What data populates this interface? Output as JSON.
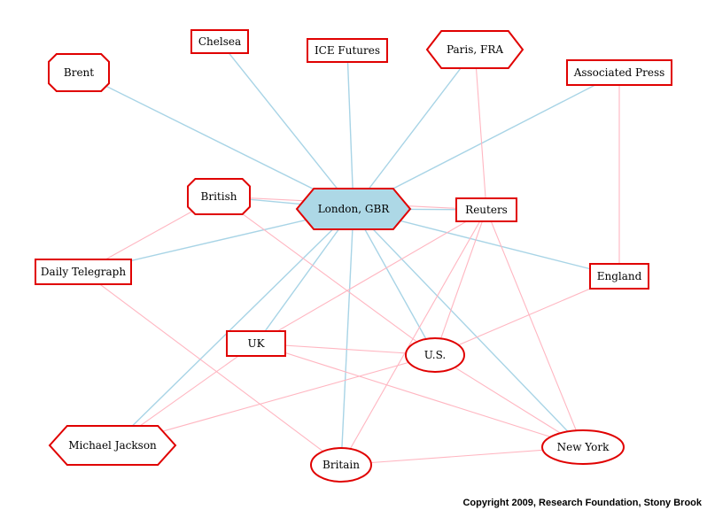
{
  "colors": {
    "node_stroke": "#e00000",
    "node_fill": "#ffffff",
    "hub_fill": "#add8e6",
    "edge_blue": "#a8d4e6",
    "edge_pink": "#ffb6c1"
  },
  "nodes": [
    {
      "id": "brent",
      "label": "Brent",
      "shape": "octagon"
    },
    {
      "id": "chelsea",
      "label": "Chelsea",
      "shape": "box"
    },
    {
      "id": "ice",
      "label": "ICE Futures",
      "shape": "box"
    },
    {
      "id": "paris",
      "label": "Paris, FRA",
      "shape": "hexagon"
    },
    {
      "id": "ap",
      "label": "Associated Press",
      "shape": "box"
    },
    {
      "id": "british",
      "label": "British",
      "shape": "octagon"
    },
    {
      "id": "london",
      "label": "London, GBR",
      "shape": "hexagon",
      "hub": true
    },
    {
      "id": "reuters",
      "label": "Reuters",
      "shape": "box"
    },
    {
      "id": "telegraph",
      "label": "Daily Telegraph",
      "shape": "box"
    },
    {
      "id": "england",
      "label": "England",
      "shape": "box"
    },
    {
      "id": "uk",
      "label": "UK",
      "shape": "box"
    },
    {
      "id": "us",
      "label": "U.S.",
      "shape": "ellipse"
    },
    {
      "id": "mj",
      "label": "Michael Jackson",
      "shape": "hexagon"
    },
    {
      "id": "newyork",
      "label": "New York",
      "shape": "ellipse"
    },
    {
      "id": "britain",
      "label": "Britain",
      "shape": "ellipse"
    }
  ],
  "edges": [
    {
      "from": "london",
      "to": "brent",
      "color": "blue"
    },
    {
      "from": "london",
      "to": "chelsea",
      "color": "blue"
    },
    {
      "from": "london",
      "to": "ice",
      "color": "blue"
    },
    {
      "from": "london",
      "to": "paris",
      "color": "blue"
    },
    {
      "from": "london",
      "to": "ap",
      "color": "blue"
    },
    {
      "from": "london",
      "to": "british",
      "color": "blue"
    },
    {
      "from": "london",
      "to": "reuters",
      "color": "blue"
    },
    {
      "from": "london",
      "to": "telegraph",
      "color": "blue"
    },
    {
      "from": "london",
      "to": "england",
      "color": "blue"
    },
    {
      "from": "london",
      "to": "uk",
      "color": "blue"
    },
    {
      "from": "london",
      "to": "us",
      "color": "blue"
    },
    {
      "from": "london",
      "to": "mj",
      "color": "blue"
    },
    {
      "from": "london",
      "to": "newyork",
      "color": "blue"
    },
    {
      "from": "london",
      "to": "britain",
      "color": "blue"
    },
    {
      "from": "british",
      "to": "reuters",
      "color": "pink"
    },
    {
      "from": "british",
      "to": "telegraph",
      "color": "pink"
    },
    {
      "from": "british",
      "to": "us",
      "color": "pink"
    },
    {
      "from": "paris",
      "to": "reuters",
      "color": "pink"
    },
    {
      "from": "ap",
      "to": "england",
      "color": "pink"
    },
    {
      "from": "reuters",
      "to": "uk",
      "color": "pink"
    },
    {
      "from": "reuters",
      "to": "us",
      "color": "pink"
    },
    {
      "from": "reuters",
      "to": "newyork",
      "color": "pink"
    },
    {
      "from": "reuters",
      "to": "britain",
      "color": "pink"
    },
    {
      "from": "england",
      "to": "us",
      "color": "pink"
    },
    {
      "from": "telegraph",
      "to": "britain",
      "color": "pink"
    },
    {
      "from": "uk",
      "to": "us",
      "color": "pink"
    },
    {
      "from": "uk",
      "to": "mj",
      "color": "pink"
    },
    {
      "from": "uk",
      "to": "newyork",
      "color": "pink"
    },
    {
      "from": "us",
      "to": "mj",
      "color": "pink"
    },
    {
      "from": "us",
      "to": "newyork",
      "color": "pink"
    },
    {
      "from": "newyork",
      "to": "britain",
      "color": "pink"
    }
  ],
  "footer": {
    "copyright": "Copyright 2009, Research Foundation, Stony Brook"
  }
}
